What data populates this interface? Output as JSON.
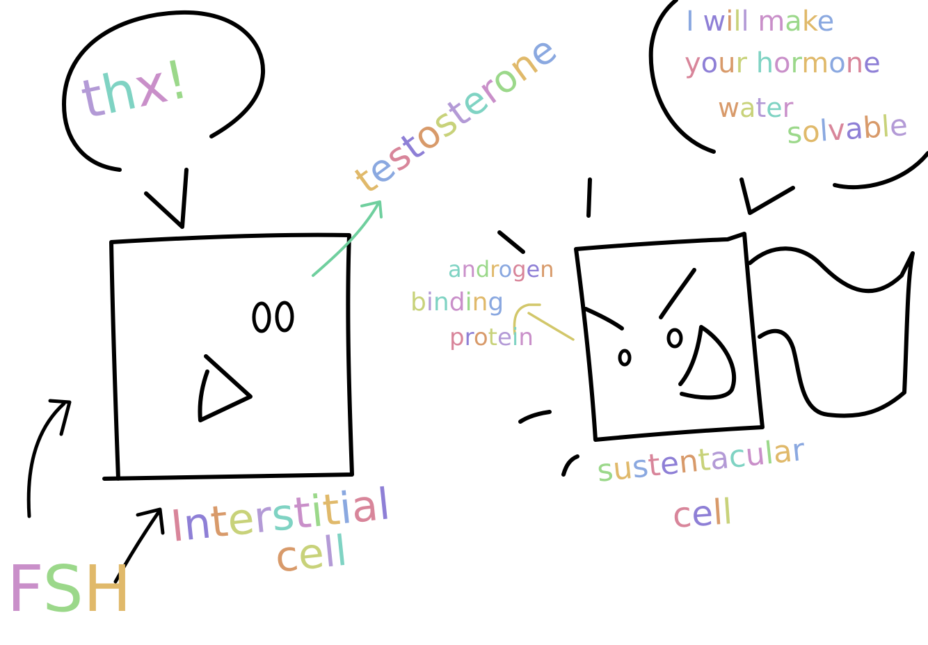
{
  "palette": {
    "ink": "#000000",
    "letters": [
      "#b39ad6",
      "#7fd3c3",
      "#c98fc9",
      "#9bd88a",
      "#e0b96a",
      "#8aa8e0",
      "#d8859a",
      "#8e7fd6",
      "#d89a6a",
      "#c8d27a"
    ]
  },
  "left_cell": {
    "speech": "thx!",
    "label_line1": "Interstitial",
    "label_line2": "cell",
    "output_label": "testosterone"
  },
  "hormone": {
    "label": "FSH"
  },
  "right_cell": {
    "speech_line1": "I will make",
    "speech_line2": "your hormone",
    "speech_line3": "water",
    "speech_line4": "solvable",
    "label_line1": "sustentacular",
    "label_line2": "cell",
    "protein_line1": "androgen",
    "protein_line2": "binding",
    "protein_line3": "protein"
  }
}
